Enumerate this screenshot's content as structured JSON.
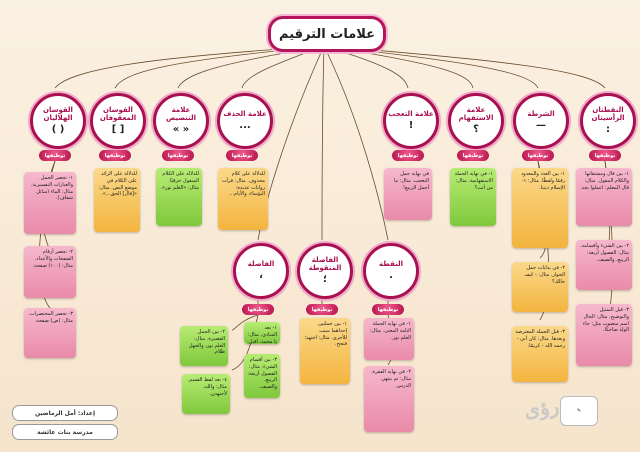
{
  "title": "علامات الترقيم",
  "pill_label": "توظيفها",
  "nodes": [
    {
      "label": "النقطتان الرأسيتان",
      "symbol": ":"
    },
    {
      "label": "الشرطة",
      "symbol": "—"
    },
    {
      "label": "علامة الاستفهام",
      "symbol": "؟"
    },
    {
      "label": "علامة التعجب",
      "symbol": "!"
    },
    {
      "label": "علامة الحذف",
      "symbol": "..."
    },
    {
      "label": "علامة التنصيص",
      "symbol": "« »"
    },
    {
      "label": "القوسان المعقوفان",
      "symbol": "[ ]"
    },
    {
      "label": "القوسان الهلاليان",
      "symbol": "( )"
    },
    {
      "label": "النقطة",
      "symbol": "."
    },
    {
      "label": "الفاصلة المنقوطة",
      "symbol": "؛"
    },
    {
      "label": "الفاصلة",
      "symbol": "،"
    }
  ],
  "boxes": [
    "١- بين قال ومشتقاتها والكلام المقول. مثال: قال المعلم: اعملوا بجد.",
    "٢- بين الشيء وأقسامه. مثال: الفصول أربعة: الربيع، والصيف.",
    "٣- قبل التمثيل والتوضيح. مثال: الحال اسم منصوب مثل: جاء الولد ضاحكًا.",
    "١- بين العدد والمعدود رقمًا ولفظًا. مثال: ١- الإسلام ديننا.",
    "٢- في بدايات جمل الحوار. مثال: - كيف حالك؟",
    "٣- قبل الجملة المعترضة وبعدها. مثال: كان أبي - رحمه الله - كريمًا.",
    "١- في نهاية الجملة الاستفهامية. مثال: من أنت؟",
    "في نهاية جمل التعجب. مثال: ما أجمل الربيع!",
    "للدلالة على كلام محذوف. مثال: قرأت روايات عديدة: البؤساء، والأيام...",
    "للدلالة على الكلام المنقول حرفيًا. مثال: «العلم نور».",
    "للدلالة على الزائد على الكلام في موضع النص. مثال: «[قال] الحق...».",
    "١- تحصر الجمل والعبارات التفسيرية. مثال: الماء (سائل شفاف).",
    "٢- تحصر أرقام الصفحات والأعداد. مثال: (١٠٠) صفحة.",
    "٣- تحصر المختصرات. مثال: (ص) صفحة.",
    "١- في نهاية الجملة التامة المعنى. مثال: العلم نور.",
    "٢- في نهاية الفقرة. مثال: ثم ينتهي الدرس.",
    "١- بين جملتين إحداهما سبب للأخرى. مثال: اجتهد؛ فنجح.",
    "١- بعد المنادى. مثال: يا محمد، أقبل.",
    "٢- بين الجمل القصيرة. مثال: العلم نور، والجهل ظلام.",
    "٣- بين أقسام الشيء. مثال: الفصول أربعة: الربيع، والصيف.",
    "٤- بعد لفظ القسم. مثال: والله، لأجتهدن."
  ],
  "credits": [
    "إعداد: أمل الرماضين",
    "مدرسة بنات عائشة"
  ]
}
